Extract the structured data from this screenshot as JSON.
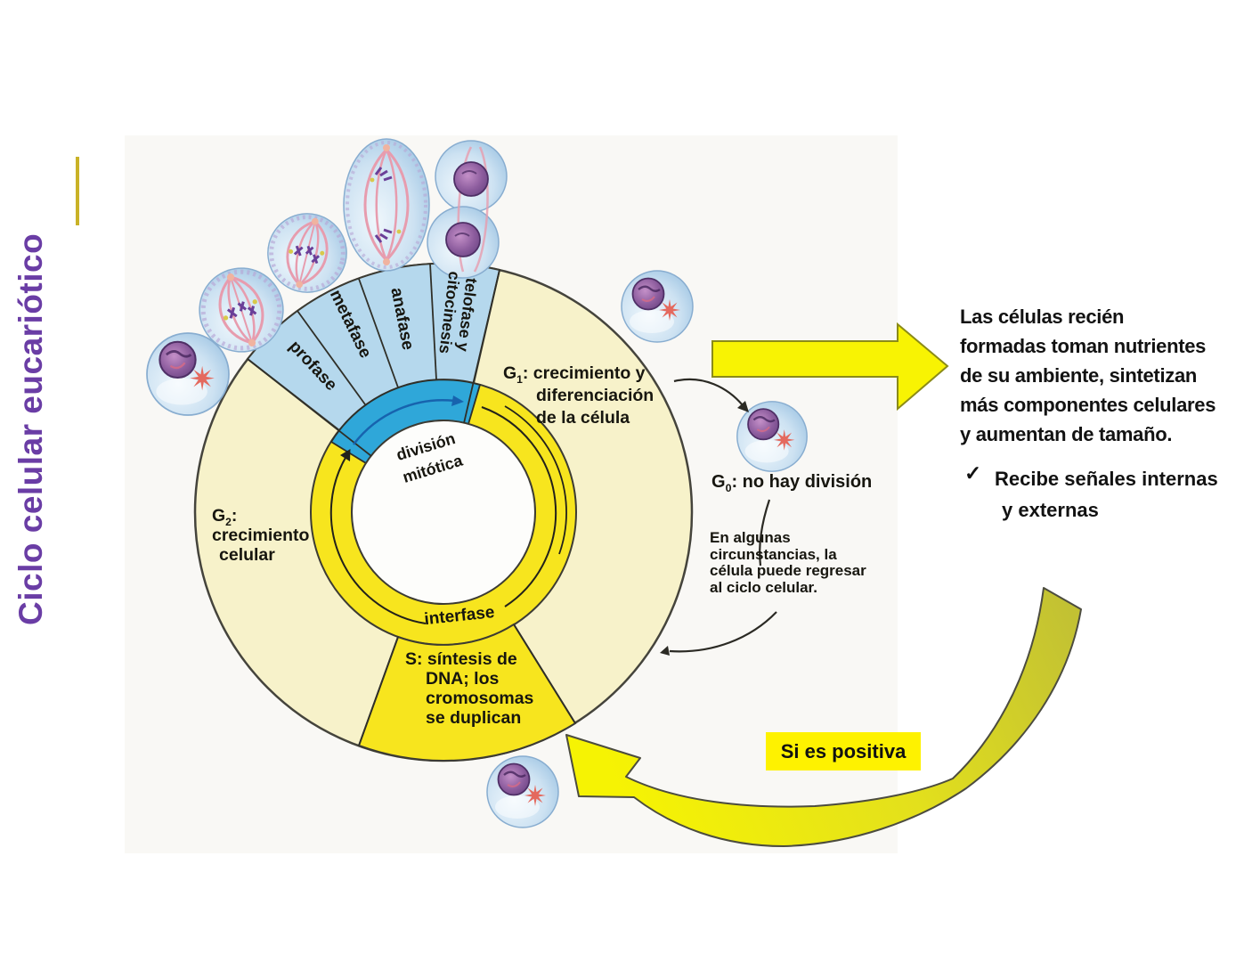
{
  "slide": {
    "title": "Ciclo celular eucariótico"
  },
  "figure": {
    "phases": [
      {
        "label": "profase"
      },
      {
        "label": "metafase"
      },
      {
        "label": "anafase"
      },
      {
        "label": "telofase y",
        "label2": "citocinesis"
      }
    ],
    "mitosis_label": {
      "line1": "división",
      "line2": "mitótica"
    },
    "interphase_label": "interfase",
    "g1": {
      "symbol": "G",
      "sub": "1",
      "rest": ": crecimiento y",
      "line2": "diferenciación",
      "line3": "de la célula"
    },
    "g2": {
      "symbol": "G",
      "sub": "2",
      "rest": ":",
      "line2": "crecimiento",
      "line3": "celular"
    },
    "s": {
      "line1": "S: síntesis de",
      "line2": "DNA; los",
      "line3": "cromosomas",
      "line4": "se duplican"
    },
    "g0": {
      "symbol": "G",
      "sub": "0",
      "rest": ": no hay división"
    },
    "g0_note": {
      "line1": "En algunas",
      "line2": "circunstancias, la",
      "line3": "célula puede regresar",
      "line4": "al ciclo celular."
    }
  },
  "annotations": {
    "growth_text": {
      "line1": "Las células recién",
      "line2": "formadas toman nutrientes",
      "line3": "de su ambiente, sintetizan",
      "line4": "más componentes celulares",
      "line5": "y aumentan de tamaño."
    },
    "signals": {
      "check": "✓",
      "line1": "Recibe señales internas",
      "line2": "y externas"
    },
    "positive_label": "Si es positiva"
  },
  "colors": {
    "title_purple": "#6a3da5",
    "pale_yellow": "#f7f2ca",
    "bright_yellow": "#f7e51e",
    "mitosis_blue": "#b5d8ed",
    "cycle_cyan": "#2fa7d9",
    "arrow_yellow": "#f8f303",
    "highlight_yellow": "#fef200",
    "swoosh_olive": "#c6c52c"
  }
}
